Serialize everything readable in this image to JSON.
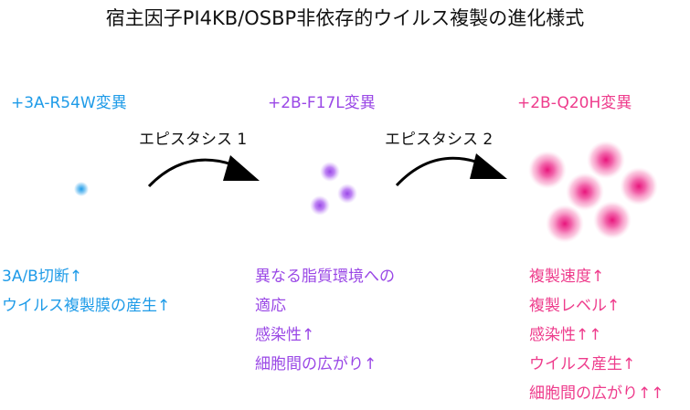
{
  "title": "宿主因子PI4KB/OSBP非依存的ウイルス複製の進化様式",
  "colors": {
    "stage1": "#1e9be8",
    "stage2": "#9a48e6",
    "stage3": "#ee3c8c",
    "arrow": "#000000"
  },
  "stages": [
    {
      "mutation": "+3A-R54W変異",
      "features": [
        "3A/B切断↑",
        "ウイルス複製膜の産生↑"
      ]
    },
    {
      "mutation": "+2B-F17L変異",
      "features": [
        "異なる脂質環境への",
        "適応",
        "感染性↑",
        "細胞間の広がり↑"
      ]
    },
    {
      "mutation": "+2B-Q20H変異",
      "features": [
        "複製速度↑",
        "複製レベル↑",
        "感染性↑↑",
        "ウイルス産生↑",
        "細胞間の広がり↑↑"
      ]
    }
  ],
  "transitions": [
    {
      "label": "エピスタシス 1"
    },
    {
      "label": "エピスタシス 2"
    }
  ]
}
